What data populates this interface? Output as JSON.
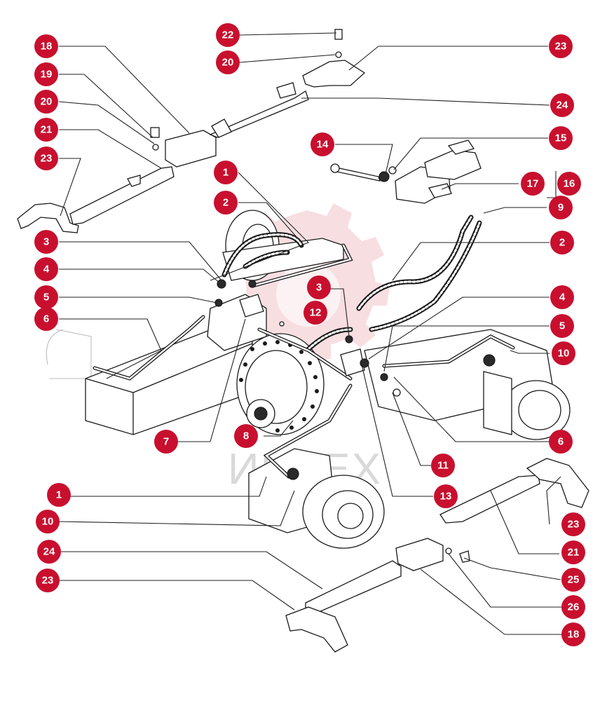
{
  "watermark": {
    "text": "ИНТЕХ"
  },
  "colors": {
    "callout": "#c8102e",
    "callout_text": "#ffffff",
    "line": "#1a1a1a"
  },
  "callouts": [
    "22",
    "20",
    "23",
    "18",
    "19",
    "20",
    "24",
    "21",
    "23",
    "14",
    "15",
    "17",
    "16",
    "1",
    "2",
    "9",
    "3",
    "4",
    "5",
    "6",
    "3",
    "12",
    "2",
    "4",
    "5",
    "10",
    "7",
    "8",
    "6",
    "11",
    "1",
    "13",
    "10",
    "24",
    "23",
    "21",
    "25",
    "23",
    "26",
    "18"
  ]
}
